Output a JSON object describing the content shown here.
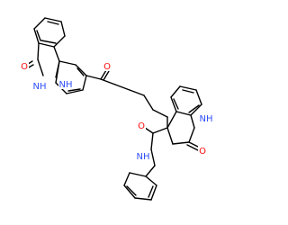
{
  "colors": {
    "bond": "#000000",
    "carbon_label": "#000000",
    "oxygen": "#ff0d0d",
    "nitrogen": "#3050f8",
    "background": "#ffffff"
  },
  "labels": {
    "o_phenanthridinone": "O",
    "nh_phenanthridinone": "NH",
    "nh_amide_link": "NH",
    "o_chain_ketone": "O",
    "nh_quinolinone": "NH",
    "o_quinolinone": "O",
    "nh_anilide": "NH",
    "o_anilide": "O"
  }
}
